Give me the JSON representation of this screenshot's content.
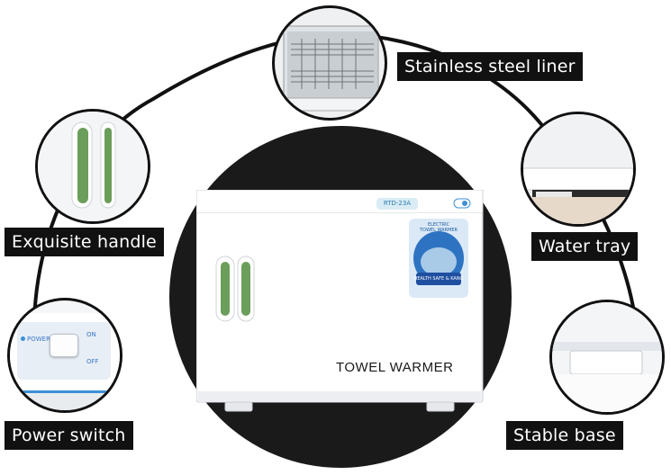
{
  "labels": {
    "liner": "Stainless steel liner",
    "handle": "Exquisite handle",
    "water_tray": "Water tray",
    "power_switch": "Power switch",
    "stable_base": "Stable base"
  },
  "product": {
    "name": "TOWEL WARMER",
    "model": "RTD-23A",
    "sticker_line1": "ELECTRIC",
    "sticker_line2": "TOWEL WARMER",
    "sticker_badge": "HEALTH SAFE & KANG"
  },
  "switch": {
    "power": "POWER",
    "on": "ON",
    "off": "OFF"
  },
  "colors": {
    "frame": "#111111",
    "label_bg": "#111111",
    "label_text": "#ffffff",
    "cabinet": "#f7f8fa",
    "handle_green": "#6b9e5a",
    "switch_blue": "#3d8fd6"
  }
}
